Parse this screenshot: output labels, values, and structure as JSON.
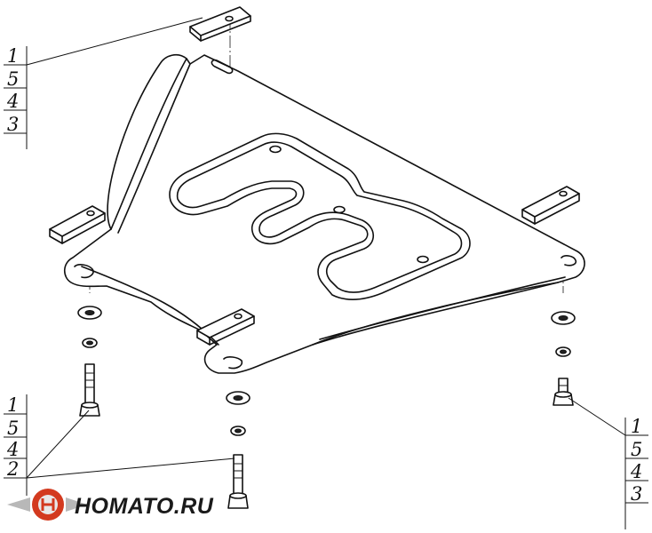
{
  "diagram": {
    "callout_top_left": [
      "1",
      "5",
      "4",
      "3"
    ],
    "callout_bottom_left": [
      "1",
      "5",
      "4",
      "2"
    ],
    "callout_bottom_right": [
      "1",
      "5",
      "4",
      "3"
    ]
  },
  "logo": {
    "text": "HOMATO.RU",
    "colors": {
      "ring": "#d33a1f",
      "wing": "#b8b8b8",
      "center": "#e8e8e8"
    }
  }
}
